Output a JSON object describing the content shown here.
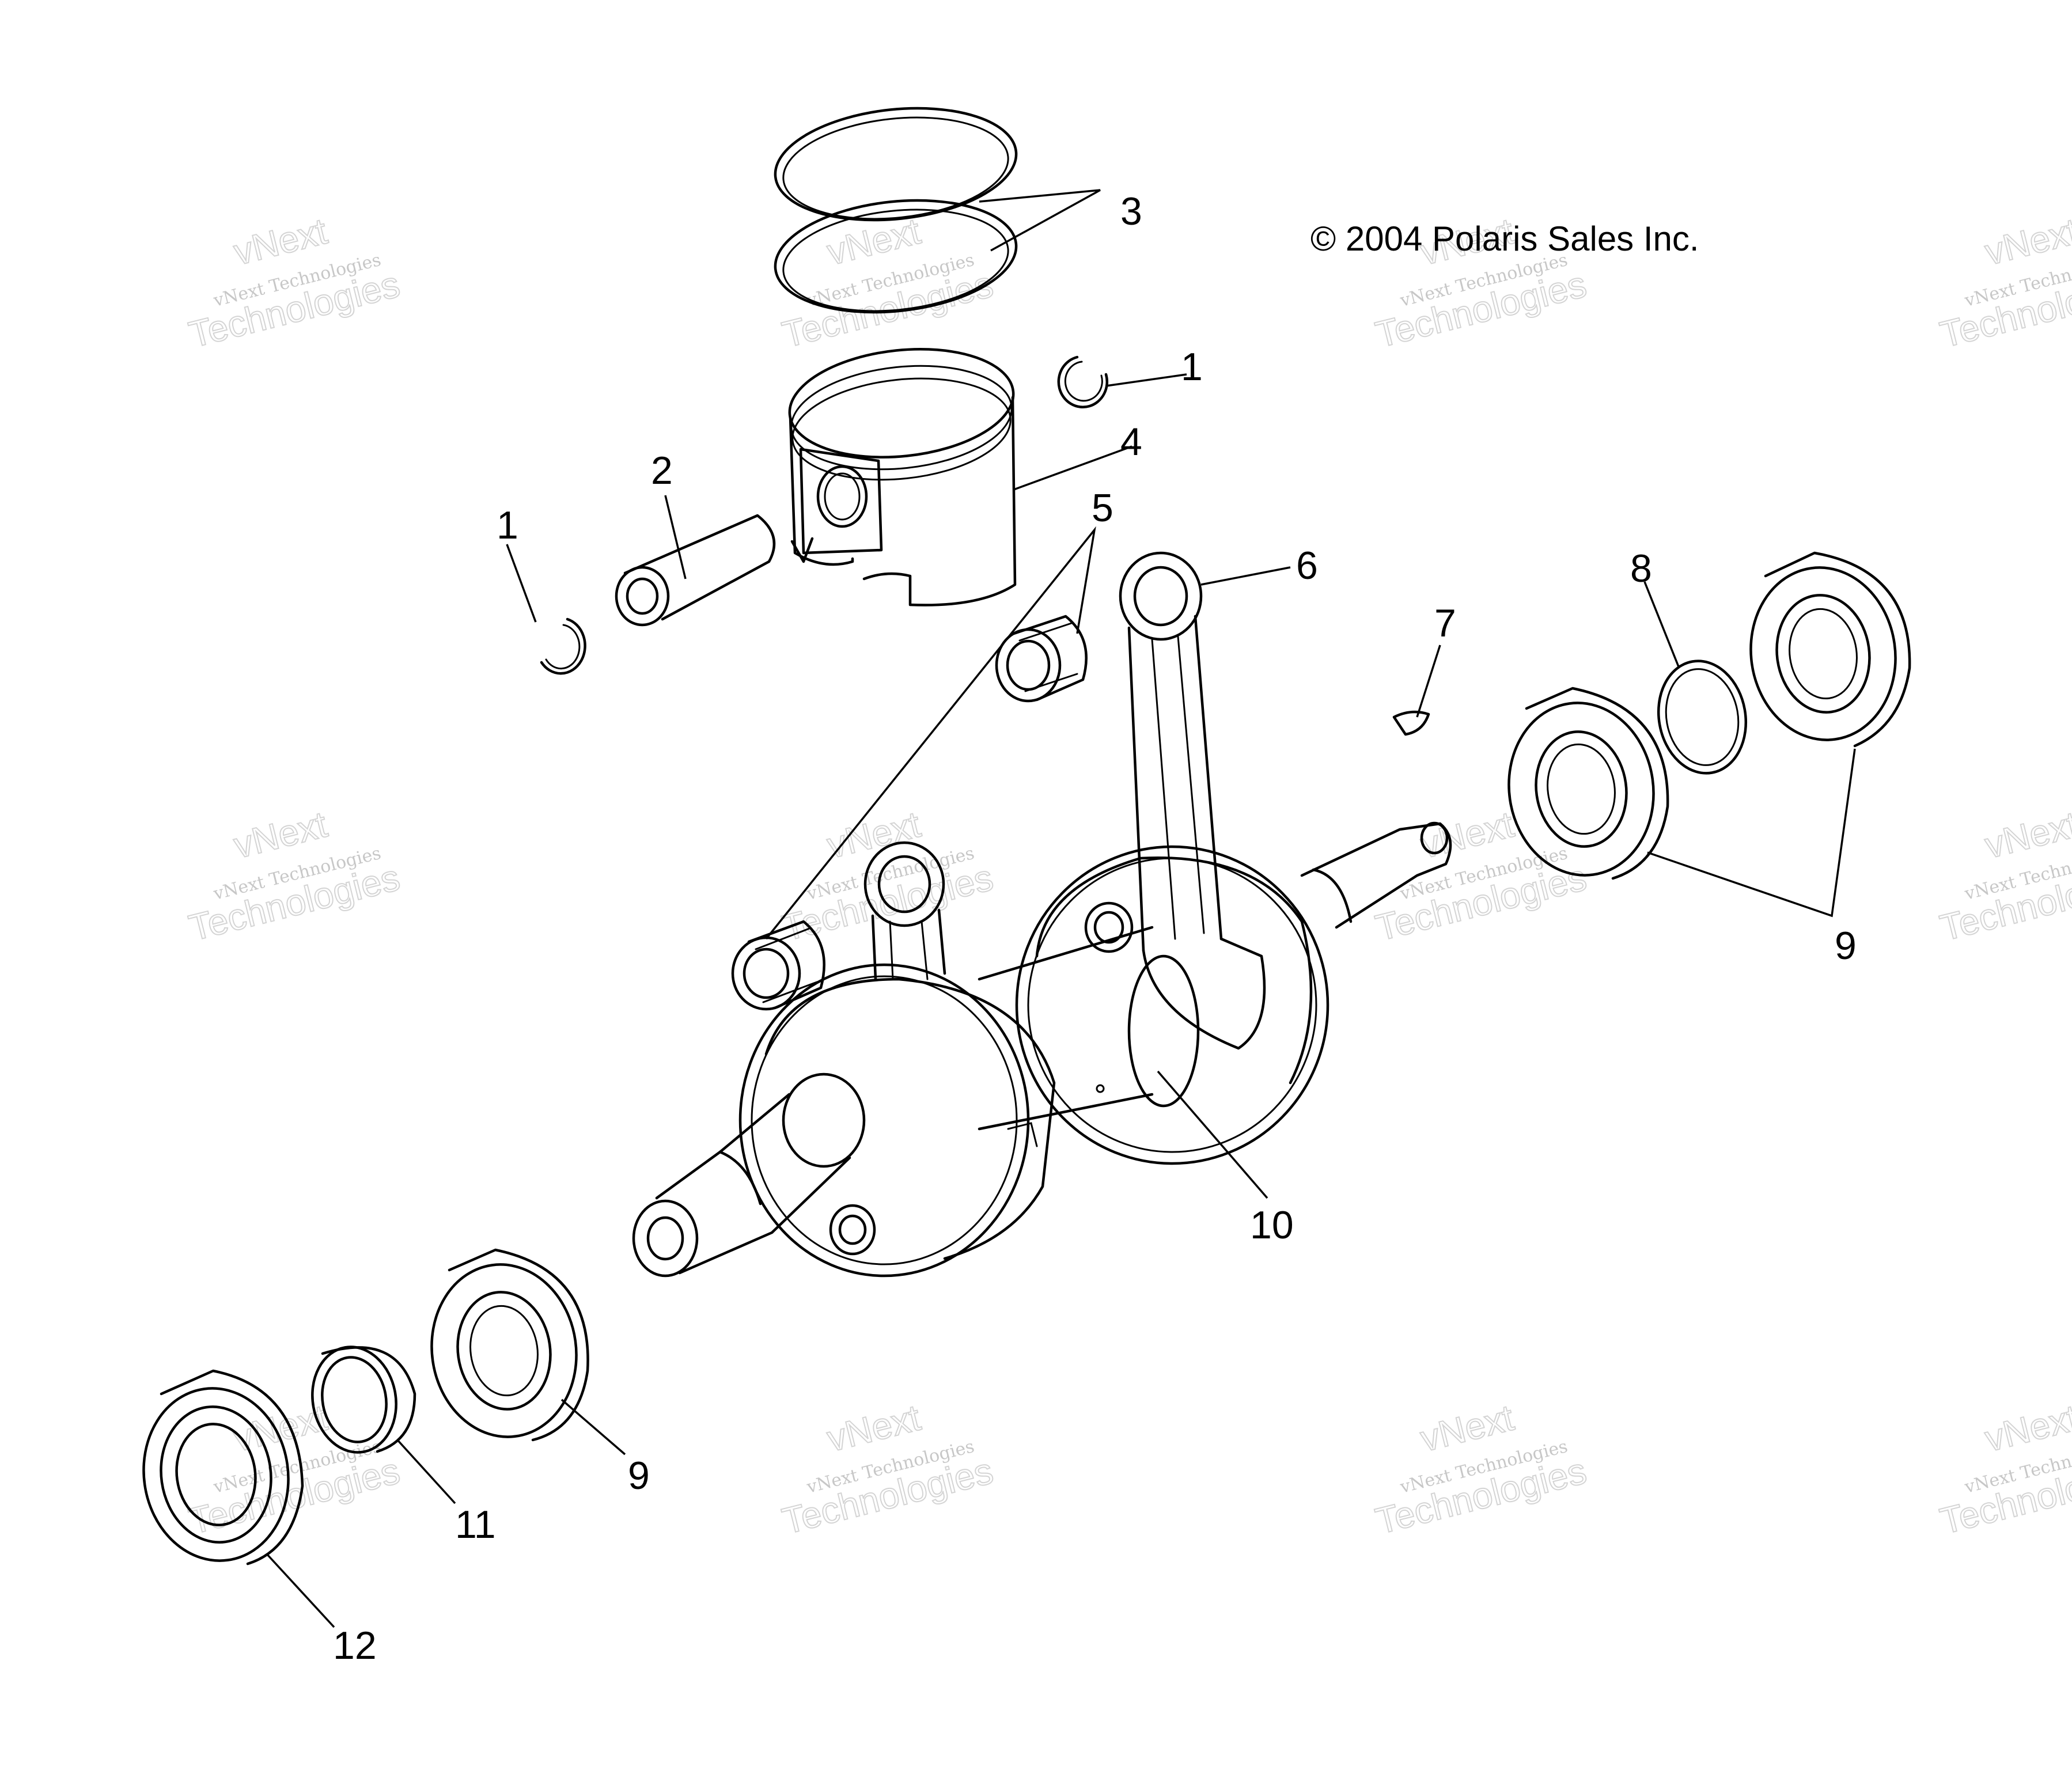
{
  "copyright": "© 2004 Polaris Sales Inc.",
  "watermark": {
    "small": "vNext Technologies",
    "top": "vNext",
    "bottom": "Technologies"
  },
  "callouts": {
    "c1a": "1",
    "c1b": "1",
    "c2": "2",
    "c3": "3",
    "c4": "4",
    "c5": "5",
    "c6": "6",
    "c7": "7",
    "c8": "8",
    "c9a": "9",
    "c9b": "9",
    "c10": "10",
    "c11": "11",
    "c12": "12"
  }
}
